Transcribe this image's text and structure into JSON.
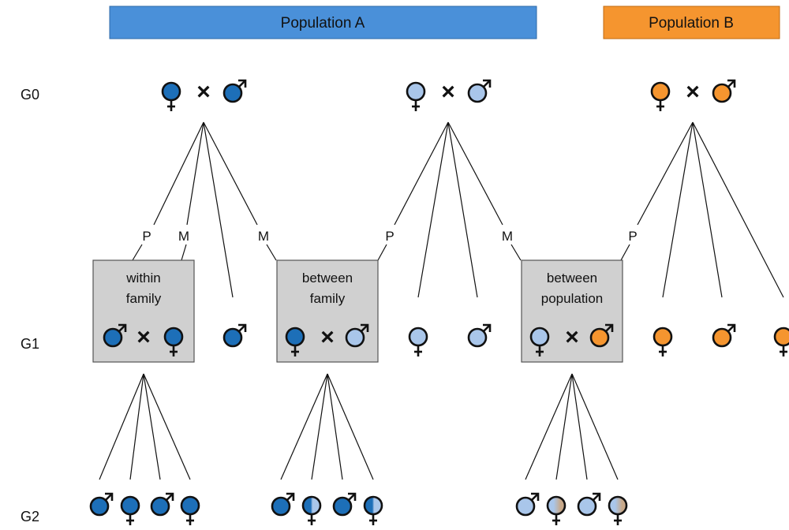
{
  "populations": [
    {
      "label": "Population A",
      "color": "#4a90d9"
    },
    {
      "label": "Population B",
      "color": "#f5952f"
    }
  ],
  "generations": [
    "G0",
    "G1",
    "G2"
  ],
  "colors": {
    "dark_blue": "#1d6fb8",
    "light_blue": "#a9c6ea",
    "orange": "#f5952f",
    "tan": "#c8a98a",
    "box": "#d0d0d0"
  },
  "cross_symbol": "×",
  "edge_labels": {
    "paternal": "P",
    "maternal": "M"
  },
  "boxes": [
    {
      "line1": "within",
      "line2": "family"
    },
    {
      "line1": "between",
      "line2": "family"
    },
    {
      "line1": "between",
      "line2": "population"
    }
  ]
}
